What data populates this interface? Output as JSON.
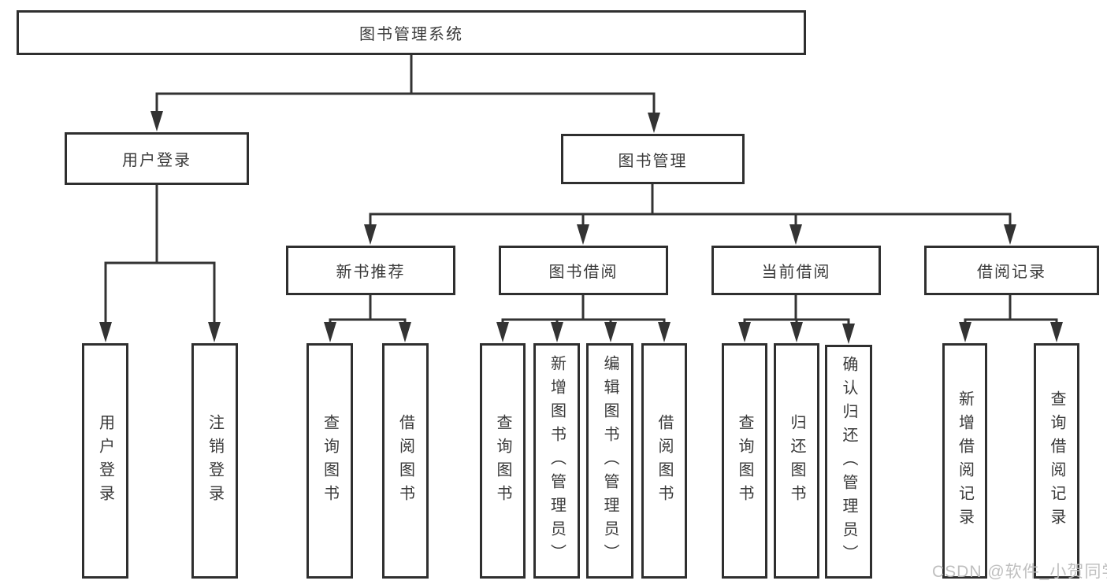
{
  "diagram": {
    "root": {
      "label": "图书管理系统"
    },
    "level2": [
      {
        "label": "用户登录"
      },
      {
        "label": "图书管理"
      }
    ],
    "level3": [
      {
        "label": "新书推荐"
      },
      {
        "label": "图书借阅"
      },
      {
        "label": "当前借阅"
      },
      {
        "label": "借阅记录"
      }
    ],
    "leaves": {
      "user_login": [
        {
          "label": "用户登录"
        },
        {
          "label": "注销登录"
        }
      ],
      "new_book": [
        {
          "label": "查询图书"
        },
        {
          "label": "借阅图书"
        }
      ],
      "book_borrow": [
        {
          "label": "查询图书"
        },
        {
          "label": "新增图书（管理员）"
        },
        {
          "label": "编辑图书（管理员）"
        },
        {
          "label": "借阅图书"
        }
      ],
      "current_borrow": [
        {
          "label": "查询图书"
        },
        {
          "label": "归还图书"
        },
        {
          "label": "确认归还（管理员）"
        }
      ],
      "borrow_record": [
        {
          "label": "新增借阅记录"
        },
        {
          "label": "查询借阅记录"
        }
      ]
    },
    "watermark": "CSDN @软件_小贺同学"
  },
  "colors": {
    "line": "#333333",
    "border": "#2f2f2f",
    "text": "#3a3a3a",
    "watermark": "#bcbcbc",
    "background": "#ffffff"
  }
}
